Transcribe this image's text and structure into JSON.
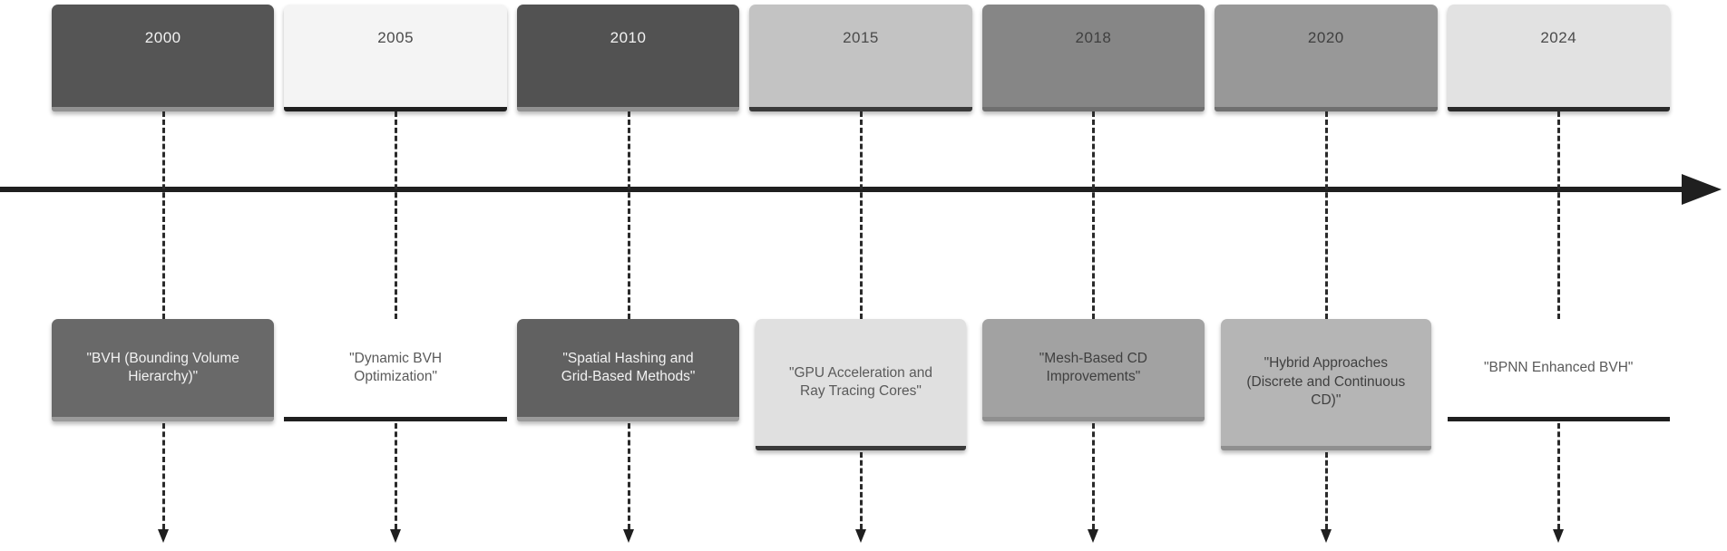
{
  "page": {
    "background": "#ffffff",
    "kind": "timeline-diagram"
  },
  "timeline": {
    "orientation": "horizontal",
    "axis": {
      "color": "#1f1f1f",
      "arrow_direction": "right"
    },
    "connector": {
      "style": "dashed",
      "color": "#2a2a2a",
      "end": "down-arrow"
    },
    "milestones": [
      {
        "year": "2000",
        "label": "\"BVH (Bounding Volume Hierarchy)\"",
        "year_box": {
          "fill": "#555555",
          "text": "#f2f2f2",
          "underline": "#919191",
          "style": "filled"
        },
        "label_box": {
          "fill": "#696969",
          "text": "#f2f2f2",
          "underline": "#9a9a9a",
          "style": "filled",
          "size": "standard"
        }
      },
      {
        "year": "2005",
        "label": "\"Dynamic BVH Optimization\"",
        "year_box": {
          "fill": "#f4f4f4",
          "text": "#4a4a4a",
          "underline": "#1f1f1f",
          "style": "filled"
        },
        "label_box": {
          "fill": "transparent",
          "text": "#5a5a5a",
          "underline": "#1f1f1f",
          "style": "underline",
          "size": "standard"
        }
      },
      {
        "year": "2010",
        "label": "\"Spatial Hashing and Grid-Based Methods\"",
        "year_box": {
          "fill": "#525252",
          "text": "#f2f2f2",
          "underline": "#919191",
          "style": "filled"
        },
        "label_box": {
          "fill": "#616161",
          "text": "#f2f2f2",
          "underline": "#9a9a9a",
          "style": "filled",
          "size": "standard"
        }
      },
      {
        "year": "2015",
        "label": "\"GPU Acceleration and Ray Tracing Cores\"",
        "year_box": {
          "fill": "#c3c3c3",
          "text": "#4a4a4a",
          "underline": "#3a3a3a",
          "style": "filled"
        },
        "label_box": {
          "fill": "#e0e0e0",
          "text": "#5a5a5a",
          "underline": "#3a3a3a",
          "style": "filled",
          "size": "tall"
        }
      },
      {
        "year": "2018",
        "label": "\"Mesh-Based CD Improvements\"",
        "year_box": {
          "fill": "#868686",
          "text": "#3f3f3f",
          "underline": "#6f6f6f",
          "style": "filled"
        },
        "label_box": {
          "fill": "#a2a2a2",
          "text": "#3f3f3f",
          "underline": "#8f8f8f",
          "style": "filled",
          "size": "standard"
        }
      },
      {
        "year": "2020",
        "label": "\"Hybrid Approaches (Discrete and Continuous CD)\"",
        "year_box": {
          "fill": "#989898",
          "text": "#3f3f3f",
          "underline": "#6f6f6f",
          "style": "filled"
        },
        "label_box": {
          "fill": "#b5b5b5",
          "text": "#3f3f3f",
          "underline": "#8f8f8f",
          "style": "filled",
          "size": "tall"
        }
      },
      {
        "year": "2024",
        "label": "\"BPNN Enhanced BVH\"",
        "year_box": {
          "fill": "#e2e2e2",
          "text": "#4a4a4a",
          "underline": "#2a2a2a",
          "style": "filled"
        },
        "label_box": {
          "fill": "transparent",
          "text": "#5a5a5a",
          "underline": "#1f1f1f",
          "style": "underline",
          "size": "standard"
        }
      }
    ]
  }
}
